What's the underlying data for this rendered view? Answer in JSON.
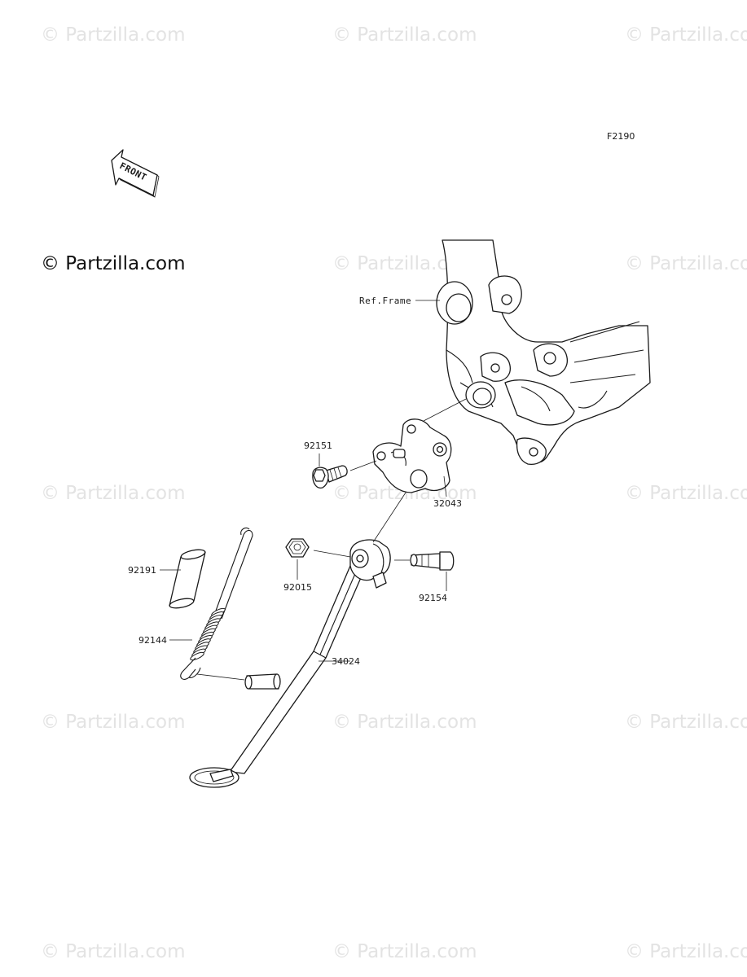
{
  "diagram_id": "F2190",
  "front_arrow_text": "FRONT",
  "watermark": "© Partzilla.com",
  "reference_label": "Ref.Frame",
  "parts": {
    "bolt_flanged": "92151",
    "bracket": "32043",
    "nut": "92015",
    "bolt_stud": "92154",
    "collar": "92191",
    "spring": "92144",
    "side_stand": "34024"
  }
}
